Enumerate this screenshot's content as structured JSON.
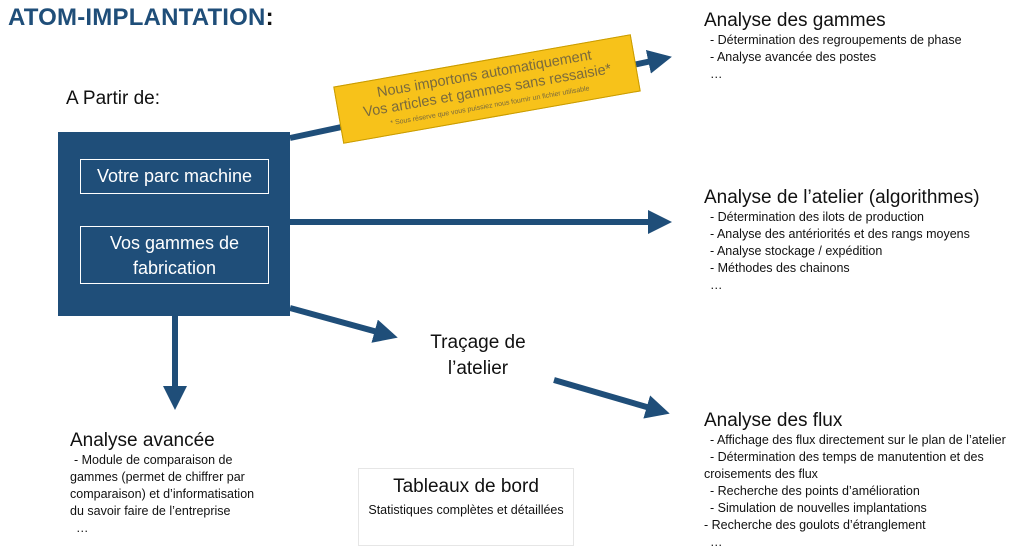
{
  "title": "ATOM-IMPLANTATION",
  "title_colon": ":",
  "intro": "A Partir de:",
  "sources": [
    "Votre parc machine",
    "Vos gammes de fabrication"
  ],
  "banner": {
    "line1": "Nous importons automatiquement",
    "line2": "Vos articles et gammes sans ressaisie*",
    "note": "* Sous réserve que vous puissiez nous fournir un fichier utilisable"
  },
  "gammes": {
    "title": "Analyse des gammes",
    "items": [
      "- Détermination des regroupements de phase",
      "- Analyse avancée des postes",
      "…"
    ]
  },
  "atelier": {
    "title": "Analyse de l’atelier (algorithmes)",
    "items": [
      "- Détermination des ilots de production",
      "- Analyse des antériorités et des rangs moyens",
      "- Analyse stockage / expédition",
      "- Méthodes des chainons",
      "…"
    ]
  },
  "flux": {
    "title": "Analyse des flux",
    "items": [
      "- Affichage des flux directement sur le plan de l’atelier",
      "- Détermination des temps de manutention et des",
      "croisements des flux",
      "- Recherche des points d’amélioration",
      "- Simulation de nouvelles implantations",
      "- Recherche des goulots d’étranglement",
      "…"
    ]
  },
  "avancee": {
    "title": "Analyse avancée",
    "items": [
      "- Module de comparaison de",
      "gammes (permet de chiffrer par",
      "comparaison) et d’informatisation",
      "du savoir faire de l’entreprise",
      "…"
    ]
  },
  "tracage": "Traçage de l’atelier",
  "dashboard": {
    "title": "Tableaux de bord",
    "subtitle": "Statistiques complètes et détaillées"
  },
  "colors": {
    "primary": "#1f4e79",
    "banner": "#f7c21a"
  }
}
